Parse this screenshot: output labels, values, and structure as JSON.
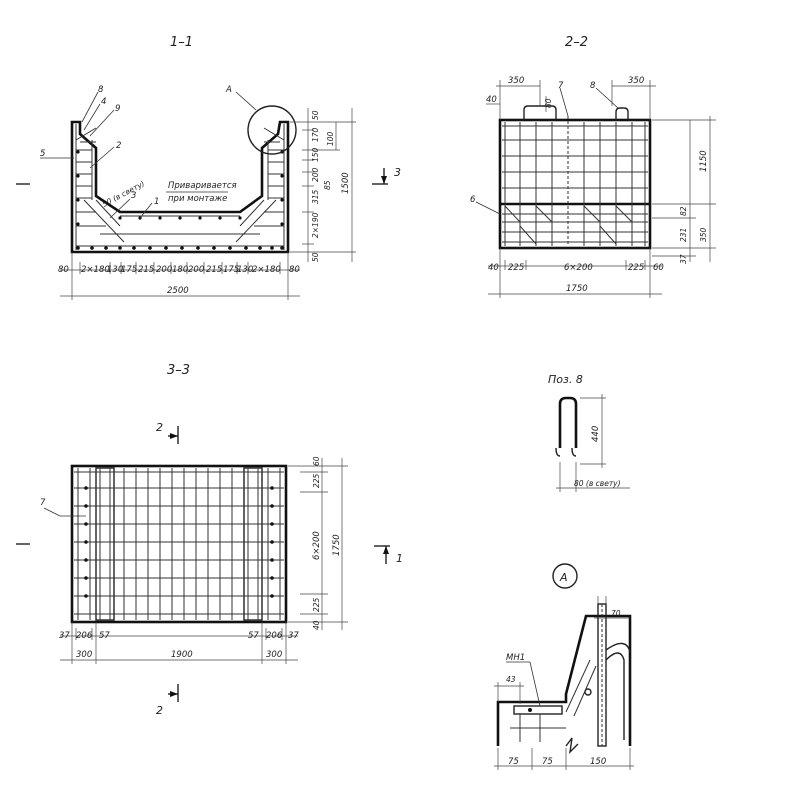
{
  "titles": {
    "s11": "1–1",
    "s22": "2–2",
    "s33": "3–3",
    "poz8": "Поз. 8",
    "detailA": "А"
  },
  "s11": {
    "notes": {
      "weld1": "Приваривается",
      "weld2": "при монтаже",
      "svetu": "50 (в свету)"
    },
    "callouts": {
      "c8": "8",
      "c4": "4",
      "c9": "9",
      "c2": "2",
      "c5": "5",
      "c3": "3",
      "c1": "1",
      "cA": "А"
    },
    "bottom_dims": [
      "80",
      "2×180",
      "130",
      "175",
      "215",
      "200",
      "180",
      "200",
      "215",
      "175",
      "130",
      "2×180",
      "80"
    ],
    "total": "2500",
    "right_dims": {
      "d50a": "50",
      "d170": "170",
      "d150": "150",
      "d200": "200",
      "d315": "315",
      "d2x190": "2×190",
      "d50b": "50",
      "d100": "100",
      "d85": "85",
      "d1500": "1500"
    },
    "cut3": "3"
  },
  "s22": {
    "callouts": {
      "c7": "7",
      "c8": "8",
      "c6": "6"
    },
    "top_dims": {
      "d350l": "350",
      "d350r": "350",
      "d40": "40",
      "d80": "80"
    },
    "bottom_dims": [
      "40",
      "225",
      "6×200",
      "225",
      "60"
    ],
    "total": "1750",
    "right_dims": {
      "d1150": "1150",
      "d82": "82",
      "d231": "231",
      "d37": "37",
      "d350": "350"
    }
  },
  "s33": {
    "callouts": {
      "c7": "7"
    },
    "cut2top": "2",
    "cut2bot": "2",
    "cut1": "1",
    "bottom_dims1": [
      "37",
      "206",
      "57",
      "57",
      "206",
      "37"
    ],
    "bottom_dims2": [
      "300",
      "1900",
      "300"
    ],
    "right_dims": {
      "d60": "60",
      "d225a": "225",
      "d6x200": "6×200",
      "d225b": "225",
      "d40": "40",
      "d1750": "1750"
    }
  },
  "poz8": {
    "d440": "440",
    "dsvetu": "80 (в свету)"
  },
  "detailA": {
    "mh1": "МН1",
    "d43": "43",
    "d70": "70",
    "bottom_dims": [
      "75",
      "75",
      "150"
    ]
  }
}
